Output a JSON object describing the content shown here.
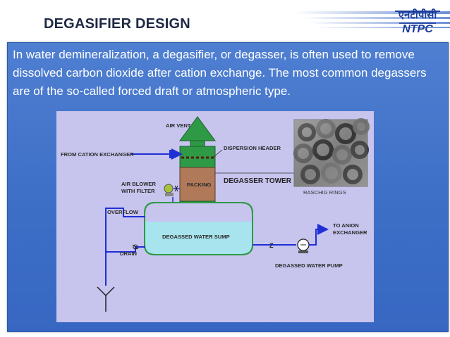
{
  "header": {
    "title": "DEGASIFIER DESIGN",
    "logo_text_top": "एनटीपीसी",
    "logo_text_bottom": "NTPC"
  },
  "body": {
    "text": "In water demineralization, a degasifier, or degasser, is often used to remove dissolved carbon dioxide after cation exchange. The most common degassers are of the so-called forced draft or atmospheric type."
  },
  "diagram": {
    "labels": {
      "air_vent": "AIR VENT",
      "from_cation": "FROM CATION EXCHANGER",
      "dispersion_header": "DISPERSION HEADER",
      "packing": "PACKING",
      "degasser_tower": "DEGASSER TOWER",
      "raschig_rings": "RASCHIG RINGS",
      "air_blower_1": "AIR BLOWER",
      "air_blower_2": "WITH FILTER",
      "overflow": "OVERFLOW",
      "sump": "DEGASSED WATER SUMP",
      "drain": "DRAIN",
      "to_anion_1": "TO ANION",
      "to_anion_2": "EXCHANGER",
      "pump": "DEGASSED WATER PUMP"
    }
  },
  "colors": {
    "header_text": "#1f2a44",
    "slide_blue": "#4478cf",
    "diagram_bg": "#c7c4ee",
    "pipe_blue": "#1f2fd6",
    "tower_green": "#2e9a45",
    "packing_brown": "#b07a5a",
    "sump_cyan": "#a8e4ee"
  }
}
